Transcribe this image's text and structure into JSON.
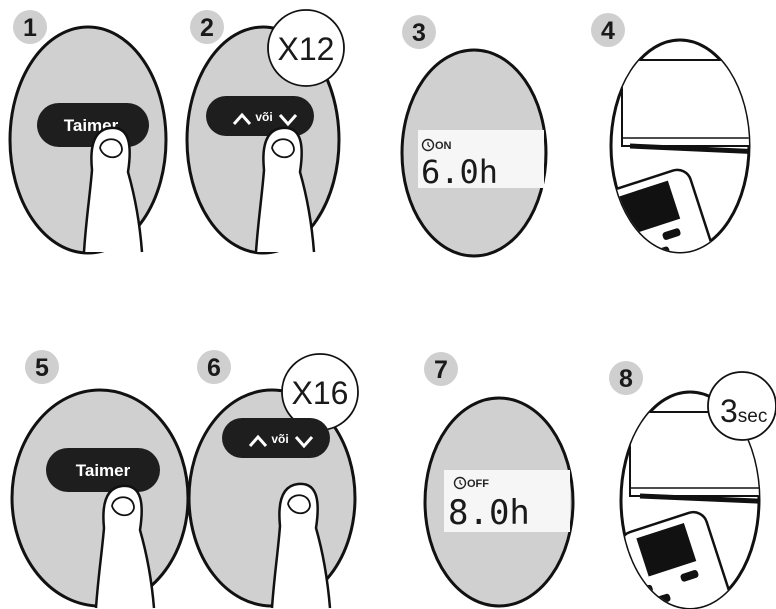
{
  "steps": {
    "s1": {
      "number": "1",
      "button_label": "Taimer"
    },
    "s2": {
      "number": "2",
      "button_or": "või",
      "repeat": "X12"
    },
    "s3": {
      "number": "3",
      "mode": "ON",
      "time": "6.0h"
    },
    "s4": {
      "number": "4"
    },
    "s5": {
      "number": "5",
      "button_label": "Taimer"
    },
    "s6": {
      "number": "6",
      "button_or": "või",
      "repeat": "X16"
    },
    "s7": {
      "number": "7",
      "mode": "OFF",
      "time": "8.0h"
    },
    "s8": {
      "number": "8",
      "hold_digit": "3",
      "hold_unit": "sec"
    }
  },
  "colors": {
    "panel": "#d0d0d0",
    "outline": "#111111",
    "button": "#1e1e1e",
    "lcd": "#f6f6f6",
    "step_badge": "#cfcfcf"
  }
}
